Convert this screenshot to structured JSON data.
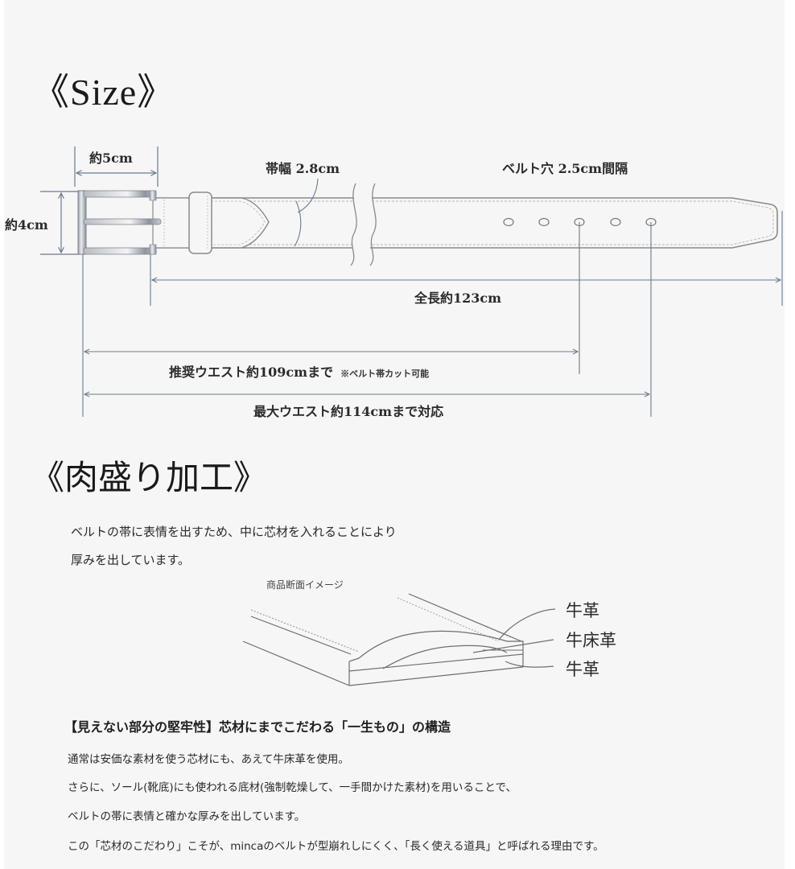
{
  "colors": {
    "panel_bg": "#f6f6f6",
    "page_bg": "#ffffff",
    "dimension_line": "#6a7a90",
    "outline": "#8a8a8a",
    "text": "#222222"
  },
  "size_section": {
    "title": "《Size》",
    "buckle_width_label": "約5cm",
    "buckle_height_label": "約4cm",
    "strap_width_label": "帯幅 2.8cm",
    "hole_spacing_label": "ベルト穴 2.5cm間隔",
    "total_length_label": "全長約123cm",
    "recommended_waist_label": "推奨ウエスト約109cmまで",
    "recommended_waist_note": "※ベルト帯カット可能",
    "max_waist_label": "最大ウエスト約114cmまで対応",
    "hole_count": 5
  },
  "nikumori_section": {
    "title": "《肉盛り加工》",
    "intro_lines": [
      "ベルトの帯に表情を出すため、中に芯材を入れることにより",
      "厚みを出しています。"
    ],
    "cross_section_caption": "商品断面イメージ",
    "layers": [
      "牛革",
      "牛床革",
      "牛革"
    ]
  },
  "structure_section": {
    "heading": "【見えない部分の堅牢性】芯材にまでこだわる「一生もの」の構造",
    "paragraphs": [
      "通常は安価な素材を使う芯材にも、あえて牛床革を使用。",
      "さらに、ソール(靴底)にも使われる底材(強制乾燥して、一手間かけた素材)を用いることで、",
      "ベルトの帯に表情と確かな厚みを出しています。",
      "この「芯材のこだわり」こそが、mincaのベルトが型崩れしにくく、「長く使える道具」と呼ばれる理由です。"
    ]
  }
}
